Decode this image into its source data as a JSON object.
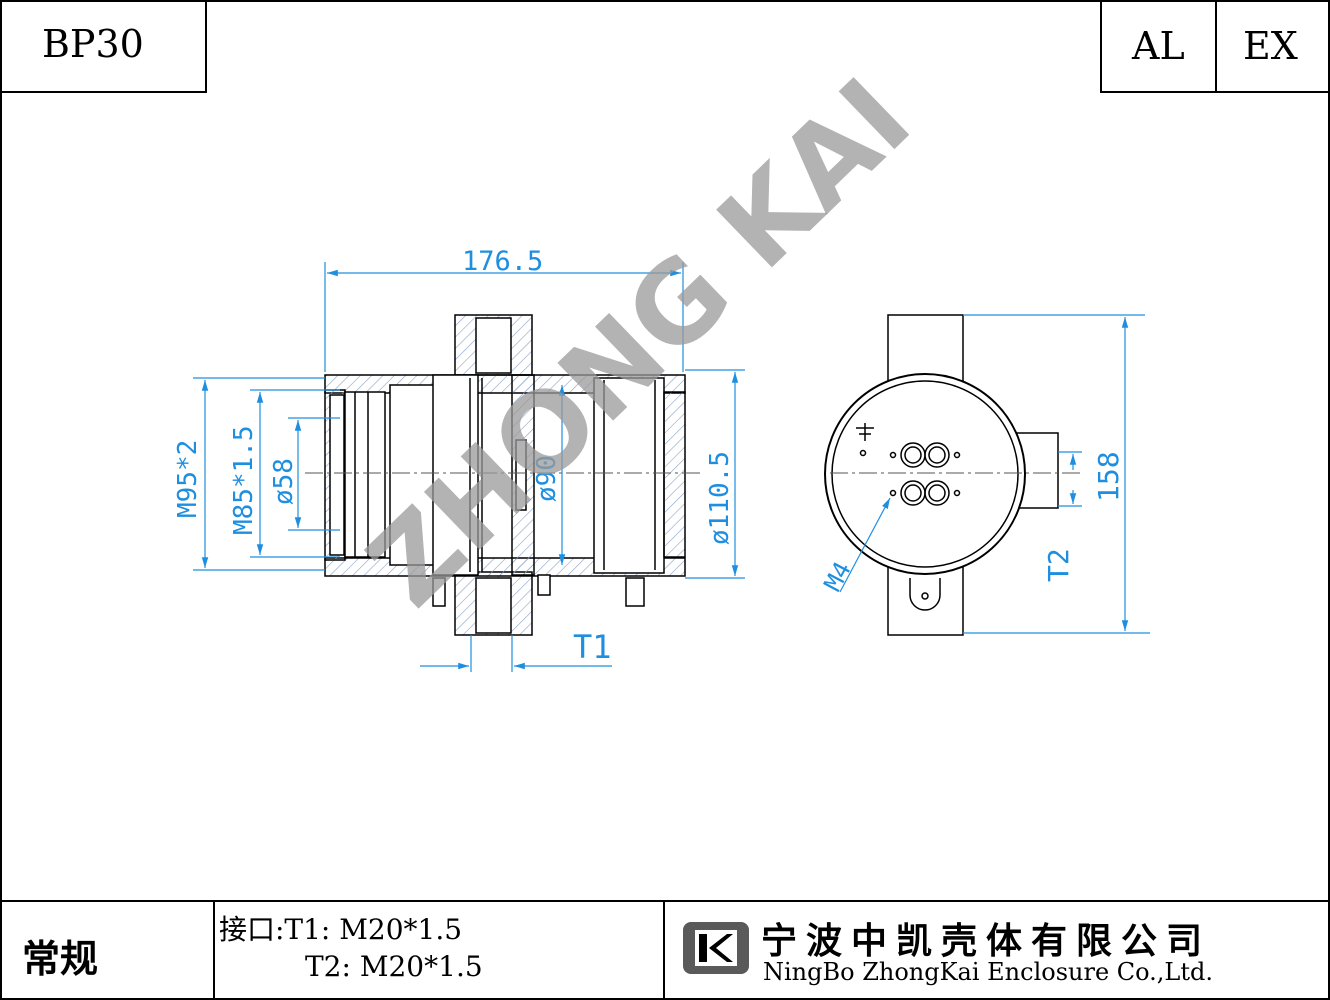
{
  "header": {
    "model": "BP30",
    "material": "AL",
    "rating": "EX"
  },
  "drawing": {
    "watermark": "ZHONG KAI",
    "dims": {
      "overall_width": "176.5",
      "thread_outer": "M95*2",
      "thread_inner": "M85*1.5",
      "bore": "ø58",
      "inner_dia": "ø90",
      "body_dia": "ø110.5",
      "height": "158",
      "port1": "T1",
      "port2": "T2",
      "screw": "M4"
    }
  },
  "footer": {
    "category": "常规",
    "ports_label": "接口:T1: M20*1.5",
    "port2_label": "T2: M20*1.5",
    "company_cn": "宁波中凯壳体有限公司",
    "company_en": "NingBo ZhongKai Enclosure Co.,Ltd."
  }
}
